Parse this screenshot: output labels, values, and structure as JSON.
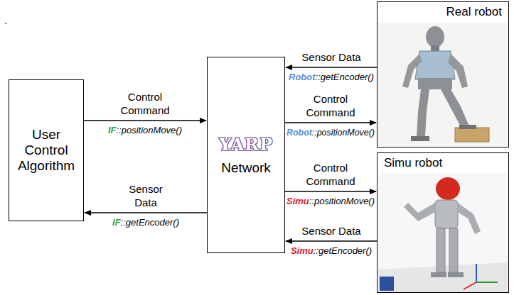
{
  "diagram": {
    "nodes": [
      {
        "text": [
          "User Control Algorithm"
        ]
      },
      {
        "text": [
          "YARP",
          "Network"
        ]
      },
      {
        "text": [
          "Real robot"
        ]
      },
      {
        "text": [
          "Simu robot"
        ]
      }
    ],
    "edges": [
      {
        "from": 0,
        "to": 1,
        "arrow": "to",
        "label": "Control Command"
      },
      {
        "from": 1,
        "to": 0,
        "arrow": "to",
        "label": "Sensor Data"
      },
      {
        "from": 2,
        "to": 1,
        "arrow": "to",
        "label": "Sensor Data"
      },
      {
        "from": 1,
        "to": 2,
        "arrow": "to",
        "label": "Control Command"
      },
      {
        "from": 1,
        "to": 3,
        "arrow": "to",
        "label": "Control Command"
      },
      {
        "from": 3,
        "to": 1,
        "arrow": "to",
        "label": "Sensor Data"
      }
    ],
    "labels": [
      ".",
      "IF::positionMove()",
      "IF::getEncoder()",
      "Robot::getEncoder()",
      "Robot::positionMove()",
      "Simu::positionMove()",
      "Simu::getEncoder()"
    ]
  }
}
